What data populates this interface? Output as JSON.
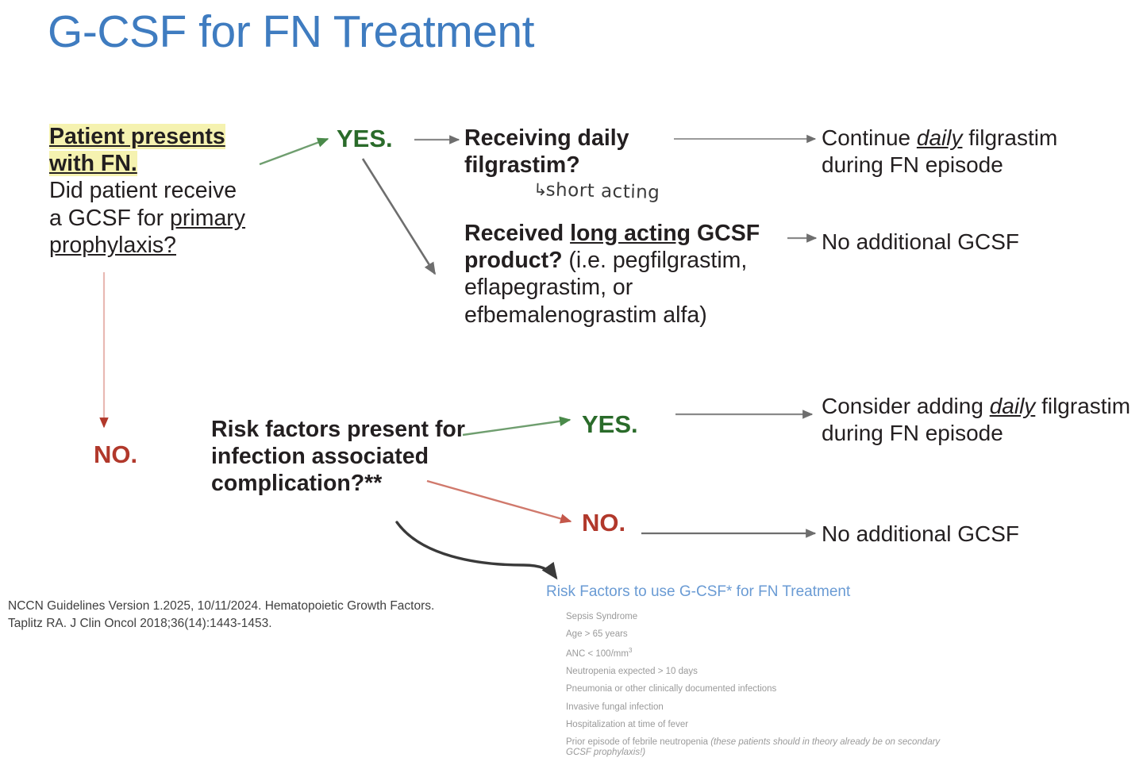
{
  "title": "G-CSF for FN Treatment",
  "colors": {
    "title_blue": "#3f7cc0",
    "yes_green": "#2a6b2a",
    "no_red": "#b1382b",
    "arrow_gray": "#6e6e6e",
    "arrow_green": "#4a8a4a",
    "arrow_red": "#d08a80",
    "highlight_yellow": "#f5f2b0",
    "rf_title_blue": "#6a9bd4",
    "rf_text_gray": "#9a9a9a"
  },
  "root_question": {
    "line1": "Patient presents",
    "line2": "with FN.",
    "line3": "Did patient receive",
    "line4_pre": "a GCSF for ",
    "line4_underline": "primary",
    "line5_underline": "prophylaxis?"
  },
  "branch_labels": {
    "yes_top": "YES.",
    "no_left": "NO.",
    "yes_bottom": "YES.",
    "no_bottom": "NO."
  },
  "questions": {
    "daily_filgrastim": "Receiving daily filgrastim?",
    "long_acting_bold_pre": "Received ",
    "long_acting_underline": "long acting",
    "long_acting_bold_post": " GCSF product?",
    "long_acting_regular": " (i.e. pegfilgrastim, eflapegrastim, or efbemalenograstim alfa)",
    "risk_factors": "Risk factors present for infection associated complication?**"
  },
  "handwritten_note": {
    "hook": "↳",
    "text": "short acting"
  },
  "outcomes": {
    "continue_pre": "Continue ",
    "continue_emph": "daily",
    "continue_post": " filgrastim during FN episode",
    "no_additional_1": "No additional GCSF",
    "consider_pre": "Consider adding ",
    "consider_emph": "daily",
    "consider_post": " filgrastim during FN episode",
    "no_additional_2": "No additional GCSF"
  },
  "citation": {
    "line1": "NCCN Guidelines Version 1.2025, 10/11/2024. Hematopoietic Growth Factors.",
    "line2": "Taplitz RA. J Clin Oncol 2018;36(14):1443-1453."
  },
  "risk_factor_box": {
    "title": "Risk Factors to use G-CSF* for FN Treatment",
    "items": [
      {
        "text": "Sepsis Syndrome",
        "sup": "",
        "note": ""
      },
      {
        "text": "Age > 65 years",
        "sup": "",
        "note": ""
      },
      {
        "text": "ANC < 100/mm",
        "sup": "3",
        "note": ""
      },
      {
        "text": "Neutropenia expected > 10 days",
        "sup": "",
        "note": ""
      },
      {
        "text": "Pneumonia or other clinically documented infections",
        "sup": "",
        "note": ""
      },
      {
        "text": "Invasive fungal infection",
        "sup": "",
        "note": ""
      },
      {
        "text": "Hospitalization at time of fever",
        "sup": "",
        "note": ""
      },
      {
        "text": "Prior episode of febrile neutropenia  ",
        "sup": "",
        "note": "(these patients should in theory already be on secondary GCSF prophylaxis!)"
      }
    ]
  }
}
